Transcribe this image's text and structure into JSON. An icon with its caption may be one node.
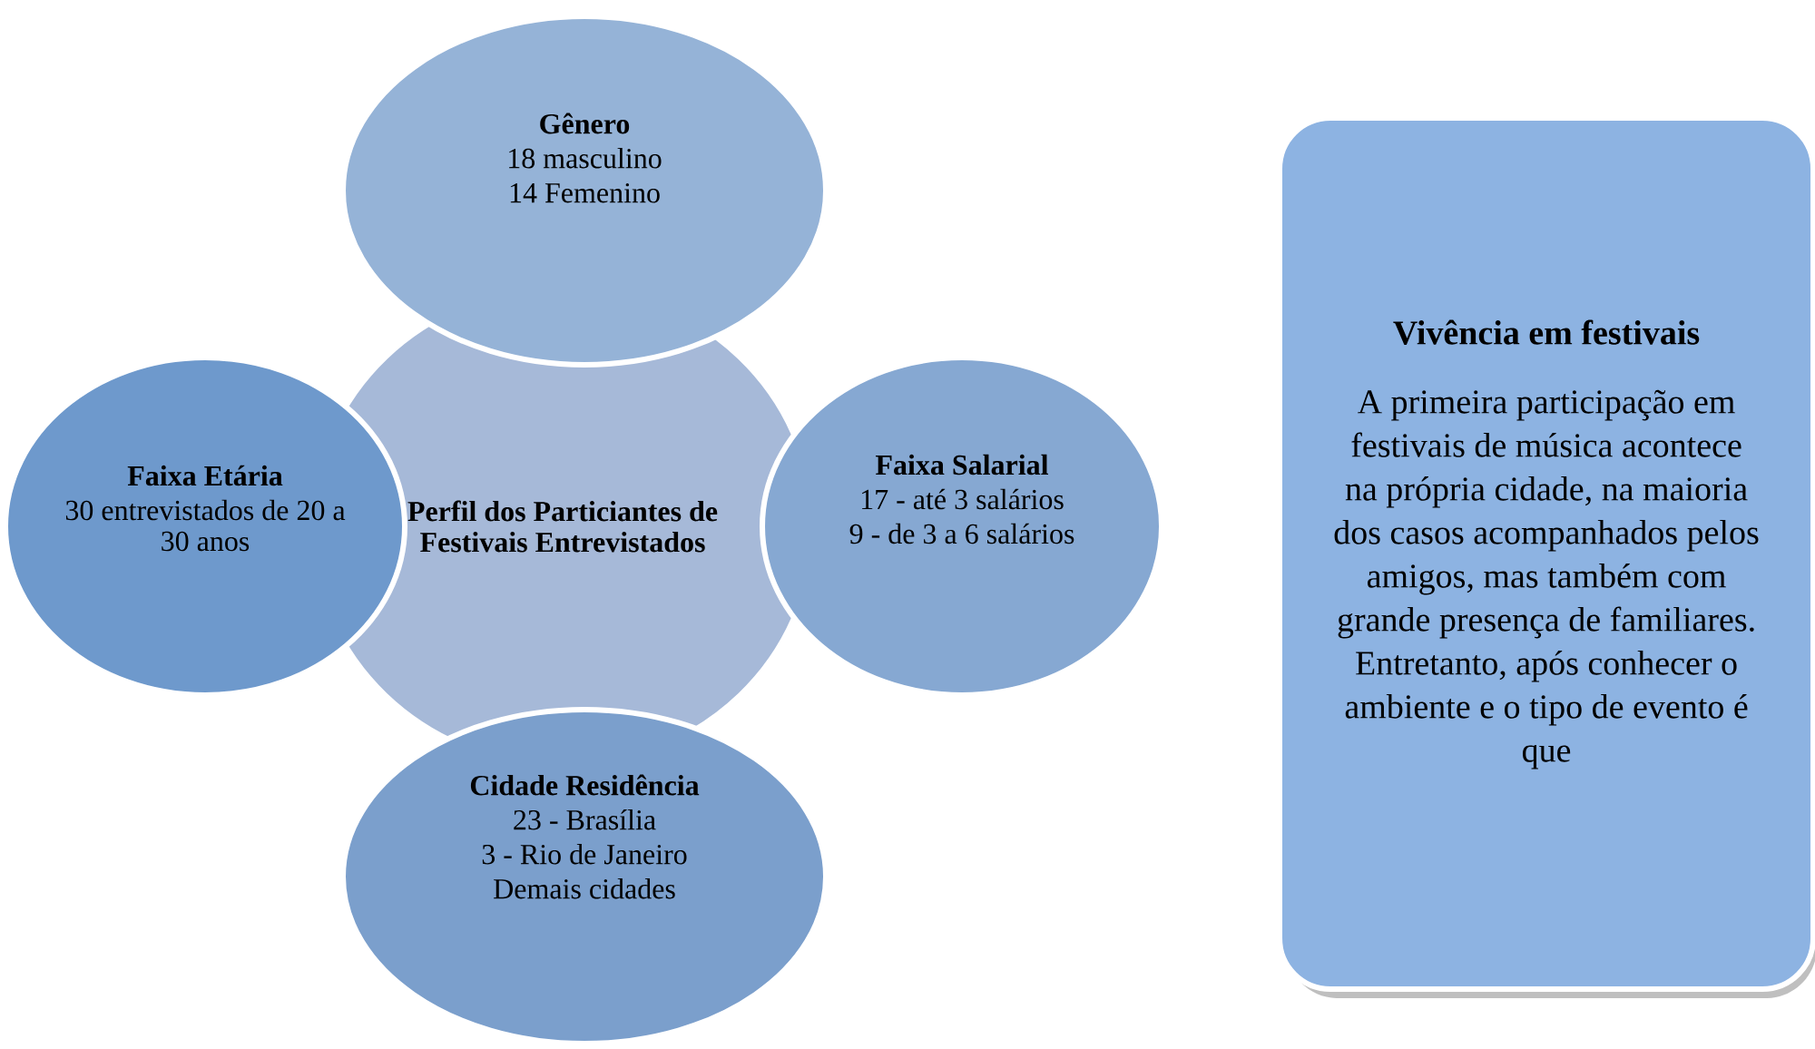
{
  "diagram": {
    "nodes": [
      {
        "text": [
          "Gênero",
          "18 masculino",
          "14 Femenino"
        ]
      },
      {
        "text": [
          "Faixa Etária",
          "30 entrevistados de 20 a 30 anos"
        ]
      },
      {
        "text": [
          "Perfil dos Particiantes de Festivais Entrevistados"
        ]
      },
      {
        "text": [
          "Faixa Salarial",
          "17 - até 3 salários",
          "9 - de 3 a 6 salários"
        ]
      },
      {
        "text": [
          "Cidade Residência",
          "23 - Brasília",
          "3 - Rio de Janeiro",
          "Demais cidades"
        ]
      },
      {
        "text": [
          "Vivência em festivais",
          "A primeira participação em festivais de música acontece na própria cidade, na maioria dos casos acompanhados pelos amigos, mas também com grande presença de familiares. Entretanto, após conhecer o ambiente e o tipo de evento é que"
        ]
      }
    ]
  }
}
